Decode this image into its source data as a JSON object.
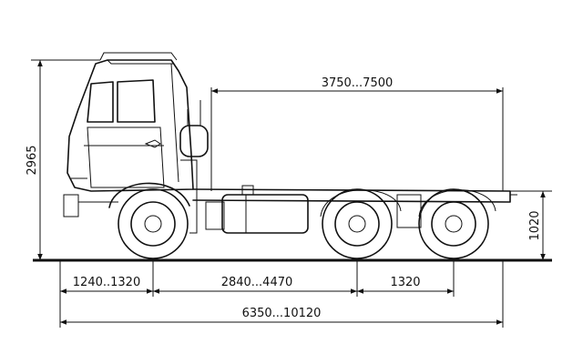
{
  "dimensions": {
    "overall_height": "2965",
    "fifth_wheel_height": "1020",
    "chassis_length": "3750...7500",
    "front_overhang": "1240..1320",
    "wheelbase": "2840...4470",
    "rear_axle_spacing": "1320",
    "overall_length": "6350...10120"
  }
}
